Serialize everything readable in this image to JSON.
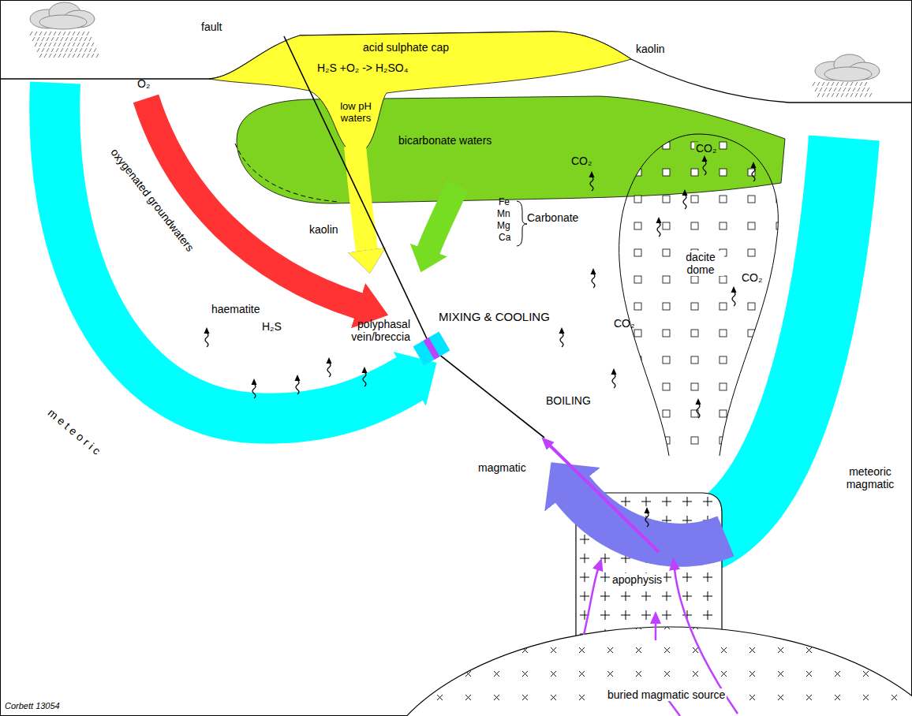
{
  "diagram": {
    "nodes": [
      {
        "text": [
          "acid sulphate cap",
          "H₂S +O₂ -> H₂SO₄",
          "low pH waters"
        ]
      },
      {
        "text": [
          "bicarbonate waters"
        ]
      },
      {
        "text": [
          "dacite dome",
          "CO₂"
        ]
      },
      {
        "text": [
          "apophysis"
        ]
      },
      {
        "text": [
          "buried magmatic source"
        ]
      }
    ],
    "labels": [
      "kaolin",
      "fault",
      "O₂",
      "oxygenated groundwaters",
      "kaolin",
      "Fe",
      "Mn",
      "Mg",
      "Ca",
      "Carbonate",
      "CO₂",
      "CO₂",
      "haematite",
      "H₂S",
      "MIXING & COOLING",
      "polyphasal vein/breccia",
      "CO₂",
      "BOILING",
      "magmatic",
      "meteoric",
      "meteoric magmatic",
      "Corbett 13054"
    ]
  }
}
